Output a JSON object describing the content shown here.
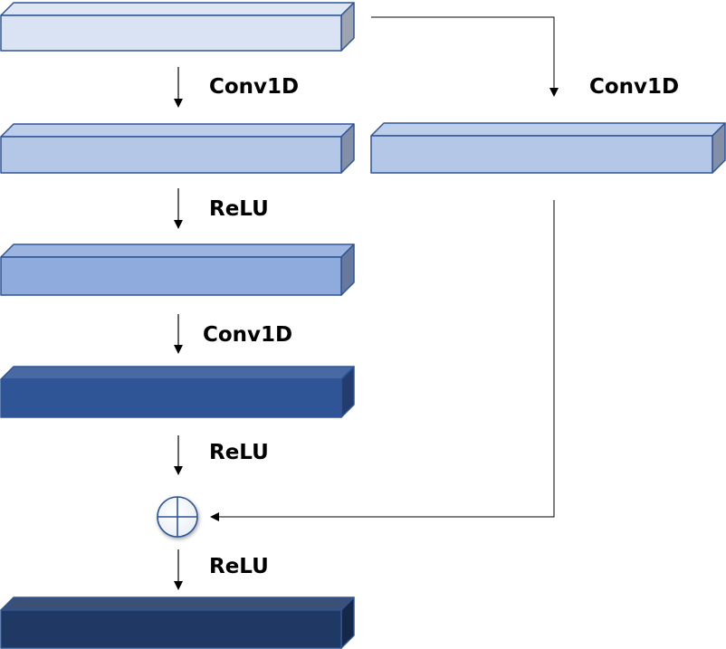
{
  "labels": {
    "main_conv_1": "Conv1D",
    "skip_conv": "Conv1D",
    "relu_1": "ReLU",
    "main_conv_2": "Conv1D",
    "relu_2": "ReLU",
    "relu_3": "ReLU"
  },
  "colors": {
    "block_1": "#dae3f3",
    "block_2": "#b4c7e7",
    "block_3": "#8faadc",
    "block_4": "#2f5597",
    "block_5": "#1f3864",
    "skip_block": "#b4c7e7",
    "outline": "#2f5597",
    "arrow": "#000000"
  }
}
